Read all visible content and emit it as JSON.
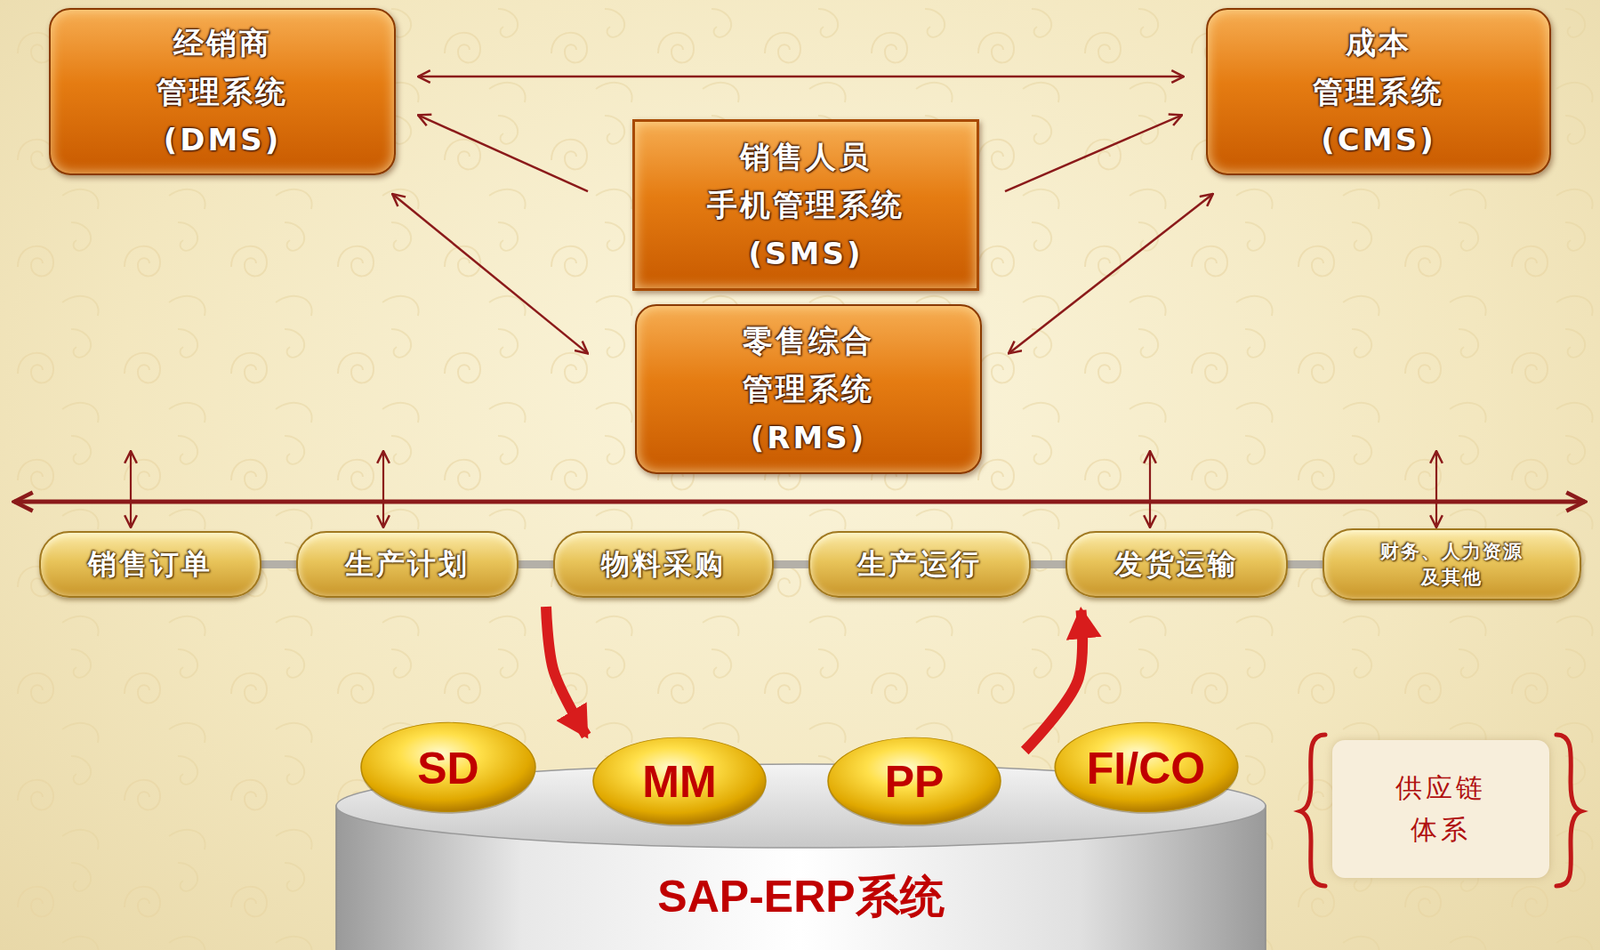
{
  "diagram": {
    "nodes": [
      {
        "text": [
          "经销商 管理系统 (DMS)"
        ]
      },
      {
        "text": [
          "成本 管理系统 (CMS)"
        ]
      },
      {
        "text": [
          "销售人员 手机管理系统 (SMS)"
        ]
      },
      {
        "text": [
          "零售综合 管理系统 (RMS)"
        ]
      },
      {
        "text": [
          "销售订单"
        ]
      },
      {
        "text": [
          "生产计划"
        ]
      },
      {
        "text": [
          "物料采购"
        ]
      },
      {
        "text": [
          "生产运行"
        ]
      },
      {
        "text": [
          "发货运输"
        ]
      },
      {
        "text": [
          "财务、人力资源 及其他"
        ]
      },
      {
        "text": [
          "SAP-ERP系统"
        ]
      },
      {
        "text": [
          "SD"
        ],
        "in": 10
      },
      {
        "text": [
          "MM"
        ],
        "in": 10
      },
      {
        "text": [
          "PP"
        ],
        "in": 10
      },
      {
        "text": [
          "FI/CO"
        ],
        "in": 10
      },
      {
        "text": [
          "供应链 体系"
        ]
      }
    ],
    "edges": [
      {
        "from": 0,
        "to": 1,
        "arrow": "both"
      },
      {
        "from": 2,
        "to": 0,
        "arrow": "to"
      },
      {
        "from": 2,
        "to": 1,
        "arrow": "to"
      },
      {
        "from": 0,
        "to": 3,
        "arrow": "both"
      },
      {
        "from": 3,
        "to": 1,
        "arrow": "both"
      },
      {
        "from": 4,
        "to": 5,
        "arrow": "none"
      },
      {
        "from": 5,
        "to": 6,
        "arrow": "none"
      },
      {
        "from": 6,
        "to": 7,
        "arrow": "none"
      },
      {
        "from": 7,
        "to": 8,
        "arrow": "none"
      },
      {
        "from": 8,
        "to": 9,
        "arrow": "none"
      },
      {
        "from": 6,
        "to": 10,
        "arrow": "to"
      },
      {
        "from": 10,
        "to": 8,
        "arrow": "to"
      }
    ]
  }
}
